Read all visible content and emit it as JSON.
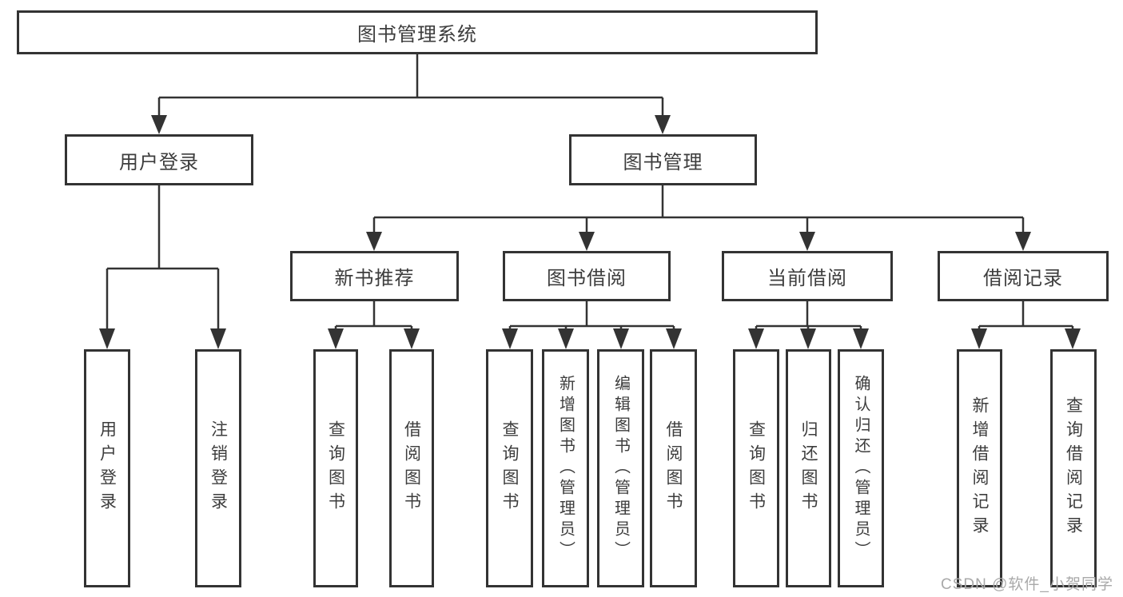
{
  "tree": {
    "root": "图书管理系统",
    "branches": [
      {
        "label": "用户登录",
        "children": [
          "用户登录",
          "注销登录"
        ]
      },
      {
        "label": "图书管理",
        "children": [
          {
            "label": "新书推荐",
            "children": [
              "查询图书",
              "借阅图书"
            ]
          },
          {
            "label": "图书借阅",
            "children": [
              "查询图书",
              "新增图书（管理员）",
              "编辑图书（管理员）",
              "借阅图书"
            ]
          },
          {
            "label": "当前借阅",
            "children": [
              "查询图书",
              "归还图书",
              "确认归还（管理员）"
            ]
          },
          {
            "label": "借阅记录",
            "children": [
              "新增借阅记录",
              "查询借阅记录"
            ]
          }
        ]
      }
    ]
  },
  "watermark": "CSDN @软件_小贺同学",
  "colors": {
    "line": "#333333",
    "text": "#3d3d3d",
    "watermark": "#a9a9a9",
    "background": "#ffffff"
  }
}
